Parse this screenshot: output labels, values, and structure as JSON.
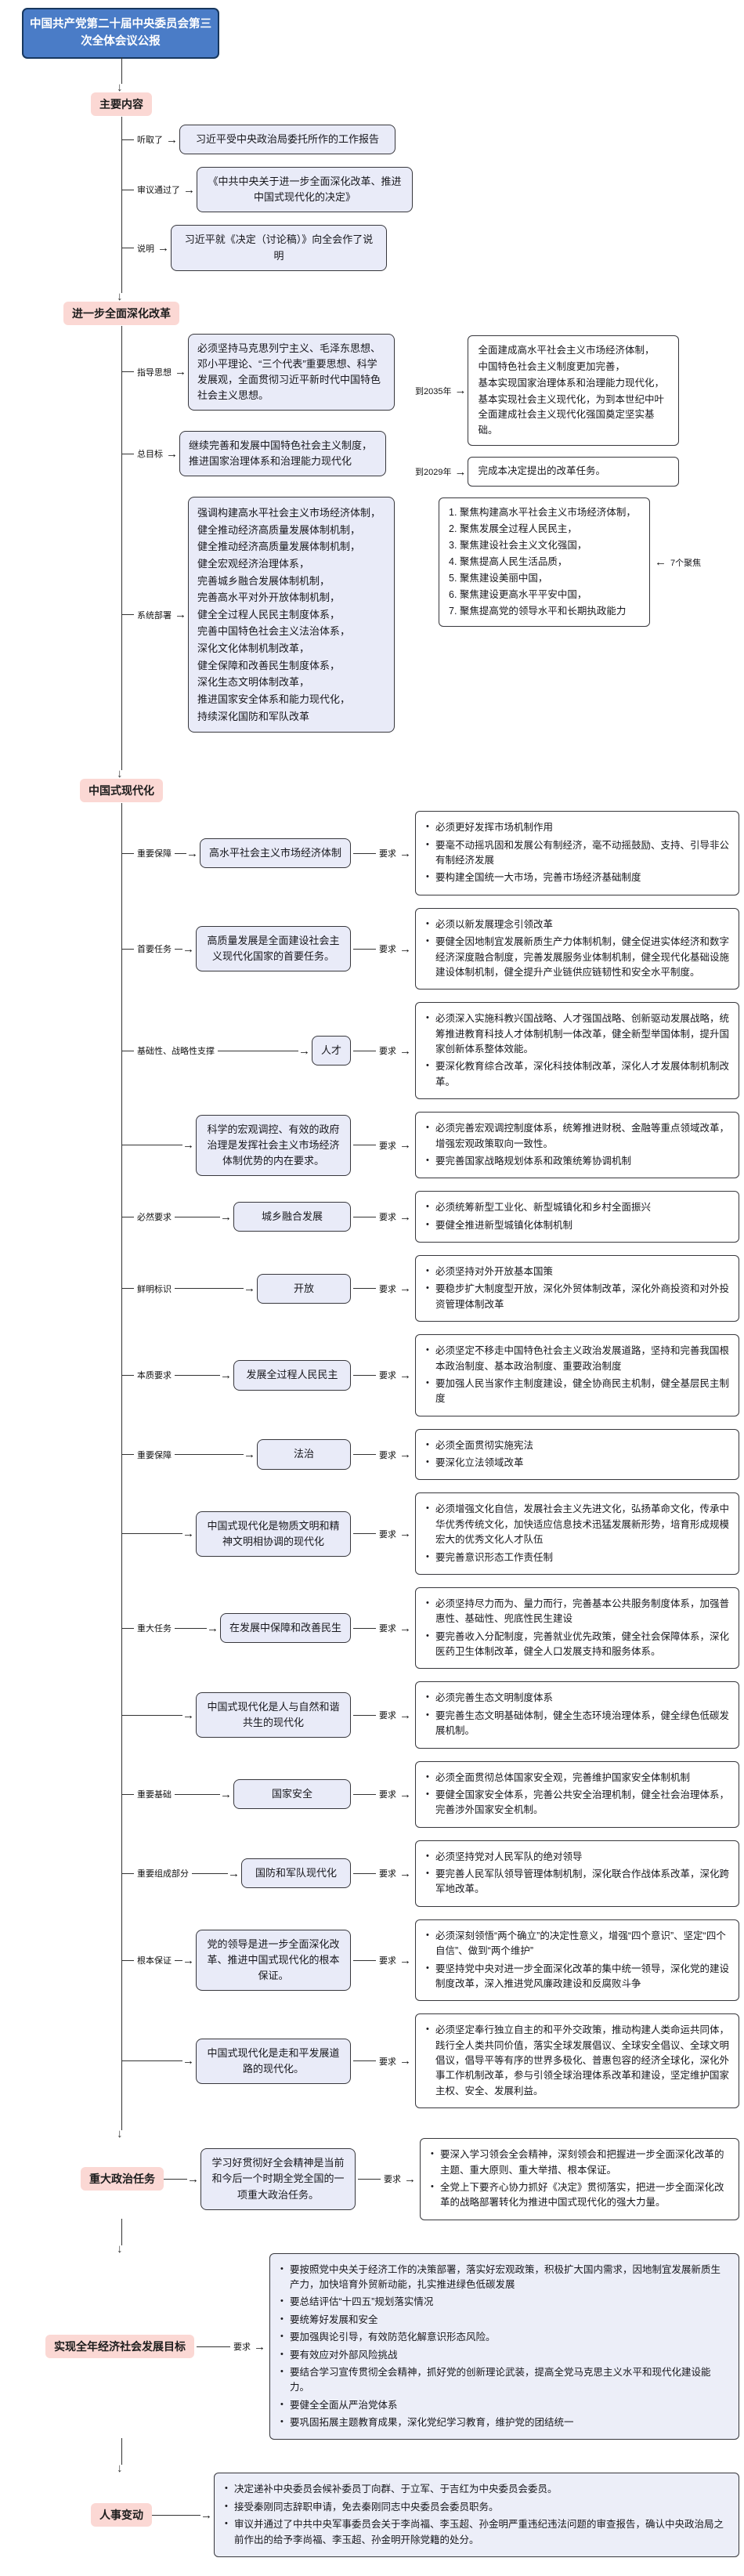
{
  "title": "中国共产党第二十届中央委员会第三次全体会议公报",
  "icons": {
    "arrow_right": "→",
    "arrow_down": "↓",
    "arrow_left": "←"
  },
  "labels": {
    "req": "要求"
  },
  "main_content": {
    "label": "主要内容",
    "rows": [
      {
        "edge": "听取了",
        "node": "习近平受中央政治局委托所作的工作报告"
      },
      {
        "edge": "审议通过了",
        "node": "《中共中央关于进一步全面深化改革、推进中国式现代化的决定》"
      },
      {
        "edge": "说明",
        "node": "习近平就《决定（讨论稿）》向全会作了说明"
      }
    ]
  },
  "deepen_reform": {
    "label": "进一步全面深化改革",
    "guiding": {
      "edge": "指导思想",
      "node": "必须坚持马克思列宁主义、毛泽东思想、邓小平理论、“三个代表”重要思想、科学发展观，全面贯彻习近平新时代中国特色社会主义思想。"
    },
    "overall_goal": {
      "edge": "总目标",
      "node": "继续完善和发展中国特色社会主义制度，推进国家治理体系和治理能力现代化"
    },
    "by2035": {
      "edge": "到2035年",
      "lines": [
        "全面建成高水平社会主义市场经济体制，",
        "中国特色社会主义制度更加完善，",
        "基本实现国家治理体系和治理能力现代化，",
        "基本实现社会主义现代化，为到本世纪中叶全面建成社会主义现代化强国奠定坚实基础。"
      ]
    },
    "by2029": {
      "edge": "到2029年",
      "node": "完成本决定提出的改革任务。"
    },
    "seven_focus": {
      "label": "7个聚焦",
      "items": [
        "1. 聚焦构建高水平社会主义市场经济体制，",
        "2. 聚焦发展全过程人民民主，",
        "3. 聚焦建设社会主义文化强国，",
        "4. 聚焦提高人民生活品质，",
        "5. 聚焦建设美丽中国，",
        "6. 聚焦建设更高水平平安中国，",
        "7. 聚焦提高党的领导水平和长期执政能力"
      ]
    },
    "systematic": {
      "edge": "系统部署",
      "lines": [
        "强调构建高水平社会主义市场经济体制，",
        "健全推动经济高质量发展体制机制，",
        "健全推动经济高质量发展体制机制，",
        "健全宏观经济治理体系，",
        "完善城乡融合发展体制机制，",
        "完善高水平对外开放体制机制，",
        "健全全过程人民民主制度体系，",
        "完善中国特色社会主义法治体系，",
        "深化文化体制机制改革，",
        "健全保障和改善民生制度体系，",
        "深化生态文明体制改革，",
        "推进国家安全体系和能力现代化，",
        "持续深化国防和军队改革"
      ]
    }
  },
  "modernization": {
    "label": "中国式现代化",
    "rows": [
      {
        "edge": "重要保障",
        "node": "高水平社会主义市场经济体制",
        "bullets": [
          "必须更好发挥市场机制作用",
          "要毫不动摇巩固和发展公有制经济，毫不动摇鼓励、支持、引导非公有制经济发展",
          "要构建全国统一大市场，完善市场经济基础制度"
        ]
      },
      {
        "edge": "首要任务",
        "node": "高质量发展是全面建设社会主义现代化国家的首要任务。",
        "bullets": [
          "必须以新发展理念引领改革",
          "要健全因地制宜发展新质生产力体制机制，健全促进实体经济和数字经济深度融合制度，完善发展服务业体制机制，健全现代化基础设施建设体制机制，健全提升产业链供应链韧性和安全水平制度。"
        ]
      },
      {
        "edge": "基础性、战略性支撑",
        "node": "人才",
        "bullets": [
          "必须深入实施科教兴国战略、人才强国战略、创新驱动发展战略，统筹推进教育科技人才体制机制一体改革，健全新型举国体制，提升国家创新体系整体效能。",
          "要深化教育综合改革，深化科技体制改革，深化人才发展体制机制改革。"
        ]
      },
      {
        "edge": "",
        "node": "科学的宏观调控、有效的政府治理是发挥社会主义市场经济体制优势的内在要求。",
        "bullets": [
          "必须完善宏观调控制度体系，统筹推进财税、金融等重点领域改革，增强宏观政策取向一致性。",
          "要完善国家战略规划体系和政策统筹协调机制"
        ]
      },
      {
        "edge": "必然要求",
        "node": "城乡融合发展",
        "bullets": [
          "必须统筹新型工业化、新型城镇化和乡村全面振兴",
          "要健全推进新型城镇化体制机制"
        ]
      },
      {
        "edge": "鲜明标识",
        "node": "开放",
        "bullets": [
          "必须坚持对外开放基本国策",
          "要稳步扩大制度型开放，深化外贸体制改革，深化外商投资和对外投资管理体制改革"
        ]
      },
      {
        "edge": "本质要求",
        "node": "发展全过程人民民主",
        "bullets": [
          "必须坚定不移走中国特色社会主义政治发展道路，坚持和完善我国根本政治制度、基本政治制度、重要政治制度",
          "要加强人民当家作主制度建设，健全协商民主机制，健全基层民主制度"
        ]
      },
      {
        "edge": "重要保障",
        "node": "法治",
        "bullets": [
          "必须全面贯彻实施宪法",
          "要深化立法领域改革"
        ]
      },
      {
        "edge": "",
        "node": "中国式现代化是物质文明和精神文明相协调的现代化",
        "bullets": [
          "必须增强文化自信，发展社会主义先进文化，弘扬革命文化，传承中华优秀传统文化，加快适应信息技术迅猛发展新形势，培育形成规模宏大的优秀文化人才队伍",
          "要完善意识形态工作责任制"
        ]
      },
      {
        "edge": "重大任务",
        "node": "在发展中保障和改善民生",
        "bullets": [
          "必须坚持尽力而为、量力而行，完善基本公共服务制度体系，加强普惠性、基础性、兜底性民生建设",
          "要完善收入分配制度，完善就业优先政策，健全社会保障体系，深化医药卫生体制改革，健全人口发展支持和服务体系。"
        ]
      },
      {
        "edge": "",
        "node": "中国式现代化是人与自然和谐共生的现代化",
        "bullets": [
          "必须完善生态文明制度体系",
          "要完善生态文明基础体制，健全生态环境治理体系，健全绿色低碳发展机制。"
        ]
      },
      {
        "edge": "重要基础",
        "node": "国家安全",
        "bullets": [
          "必须全面贯彻总体国家安全观，完善维护国家安全体制机制",
          "要健全国家安全体系，完善公共安全治理机制，健全社会治理体系，完善涉外国家安全机制。"
        ]
      },
      {
        "edge": "重要组成部分",
        "node": "国防和军队现代化",
        "bullets": [
          "必须坚持党对人民军队的绝对领导",
          "要完善人民军队领导管理体制机制，深化联合作战体系改革，深化跨军地改革。"
        ]
      },
      {
        "edge": "根本保证",
        "node": "党的领导是进一步全面深化改革、推进中国式现代化的根本保证。",
        "bullets": [
          "必须深刻领悟“两个确立”的决定性意义，增强“四个意识”、坚定“四个自信”、做到“两个维护”",
          "要坚持党中央对进一步全面深化改革的集中统一领导，深化党的建设制度改革，深入推进党风廉政建设和反腐败斗争"
        ]
      },
      {
        "edge": "",
        "node": "中国式现代化是走和平发展道路的现代化。",
        "bullets": [
          "必须坚定奉行独立自主的和平外交政策，推动构建人类命运共同体，践行全人类共同价值，落实全球发展倡议、全球安全倡议、全球文明倡议，倡导平等有序的世界多极化、普惠包容的经济全球化，深化外事工作机制改革，参与引领全球治理体系改革和建设，坚定维护国家主权、安全、发展利益。"
        ]
      }
    ]
  },
  "political_task": {
    "label": "重大政治任务",
    "node": "学习好贯彻好全会精神是当前和今后一个时期全党全国的一项重大政治任务。",
    "bullets": [
      "要深入学习领会全会精神，深刻领会和把握进一步全面深化改革的主题、重大原则、重大举措、根本保证。",
      "全党上下要齐心协力抓好《决定》贯彻落实，把进一步全面深化改革的战略部署转化为推进中国式现代化的强大力量。"
    ]
  },
  "annual_goals": {
    "label": "实现全年经济社会发展目标",
    "bullets": [
      "要按照党中央关于经济工作的决策部署，落实好宏观政策，积极扩大国内需求，因地制宜发展新质生产力，加快培育外贸新动能，扎实推进绿色低碳发展",
      "要总结评估“十四五”规划落实情况",
      "要统筹好发展和安全",
      "要加强舆论引导，有效防范化解意识形态风险。",
      "要有效应对外部风险挑战",
      "要结合学习宣传贯彻全会精神，抓好党的创新理论武装，提高全党马克思主义水平和现代化建设能力。",
      "要健全全面从严治党体系",
      "要巩固拓展主题教育成果，深化党纪学习教育，维护党的团结统一"
    ]
  },
  "personnel": {
    "label": "人事变动",
    "bullets": [
      "决定递补中央委员会候补委员丁向群、于立军、于吉红为中央委员会委员。",
      "接受秦刚同志辞职申请，免去秦刚同志中央委员会委员职务。",
      "审议并通过了中共中央军事委员会关于李尚福、李玉超、孙金明严重违纪违法问题的审查报告，确认中央政治局之前作出的给予李尚福、李玉超、孙金明开除党籍的处分。"
    ]
  }
}
